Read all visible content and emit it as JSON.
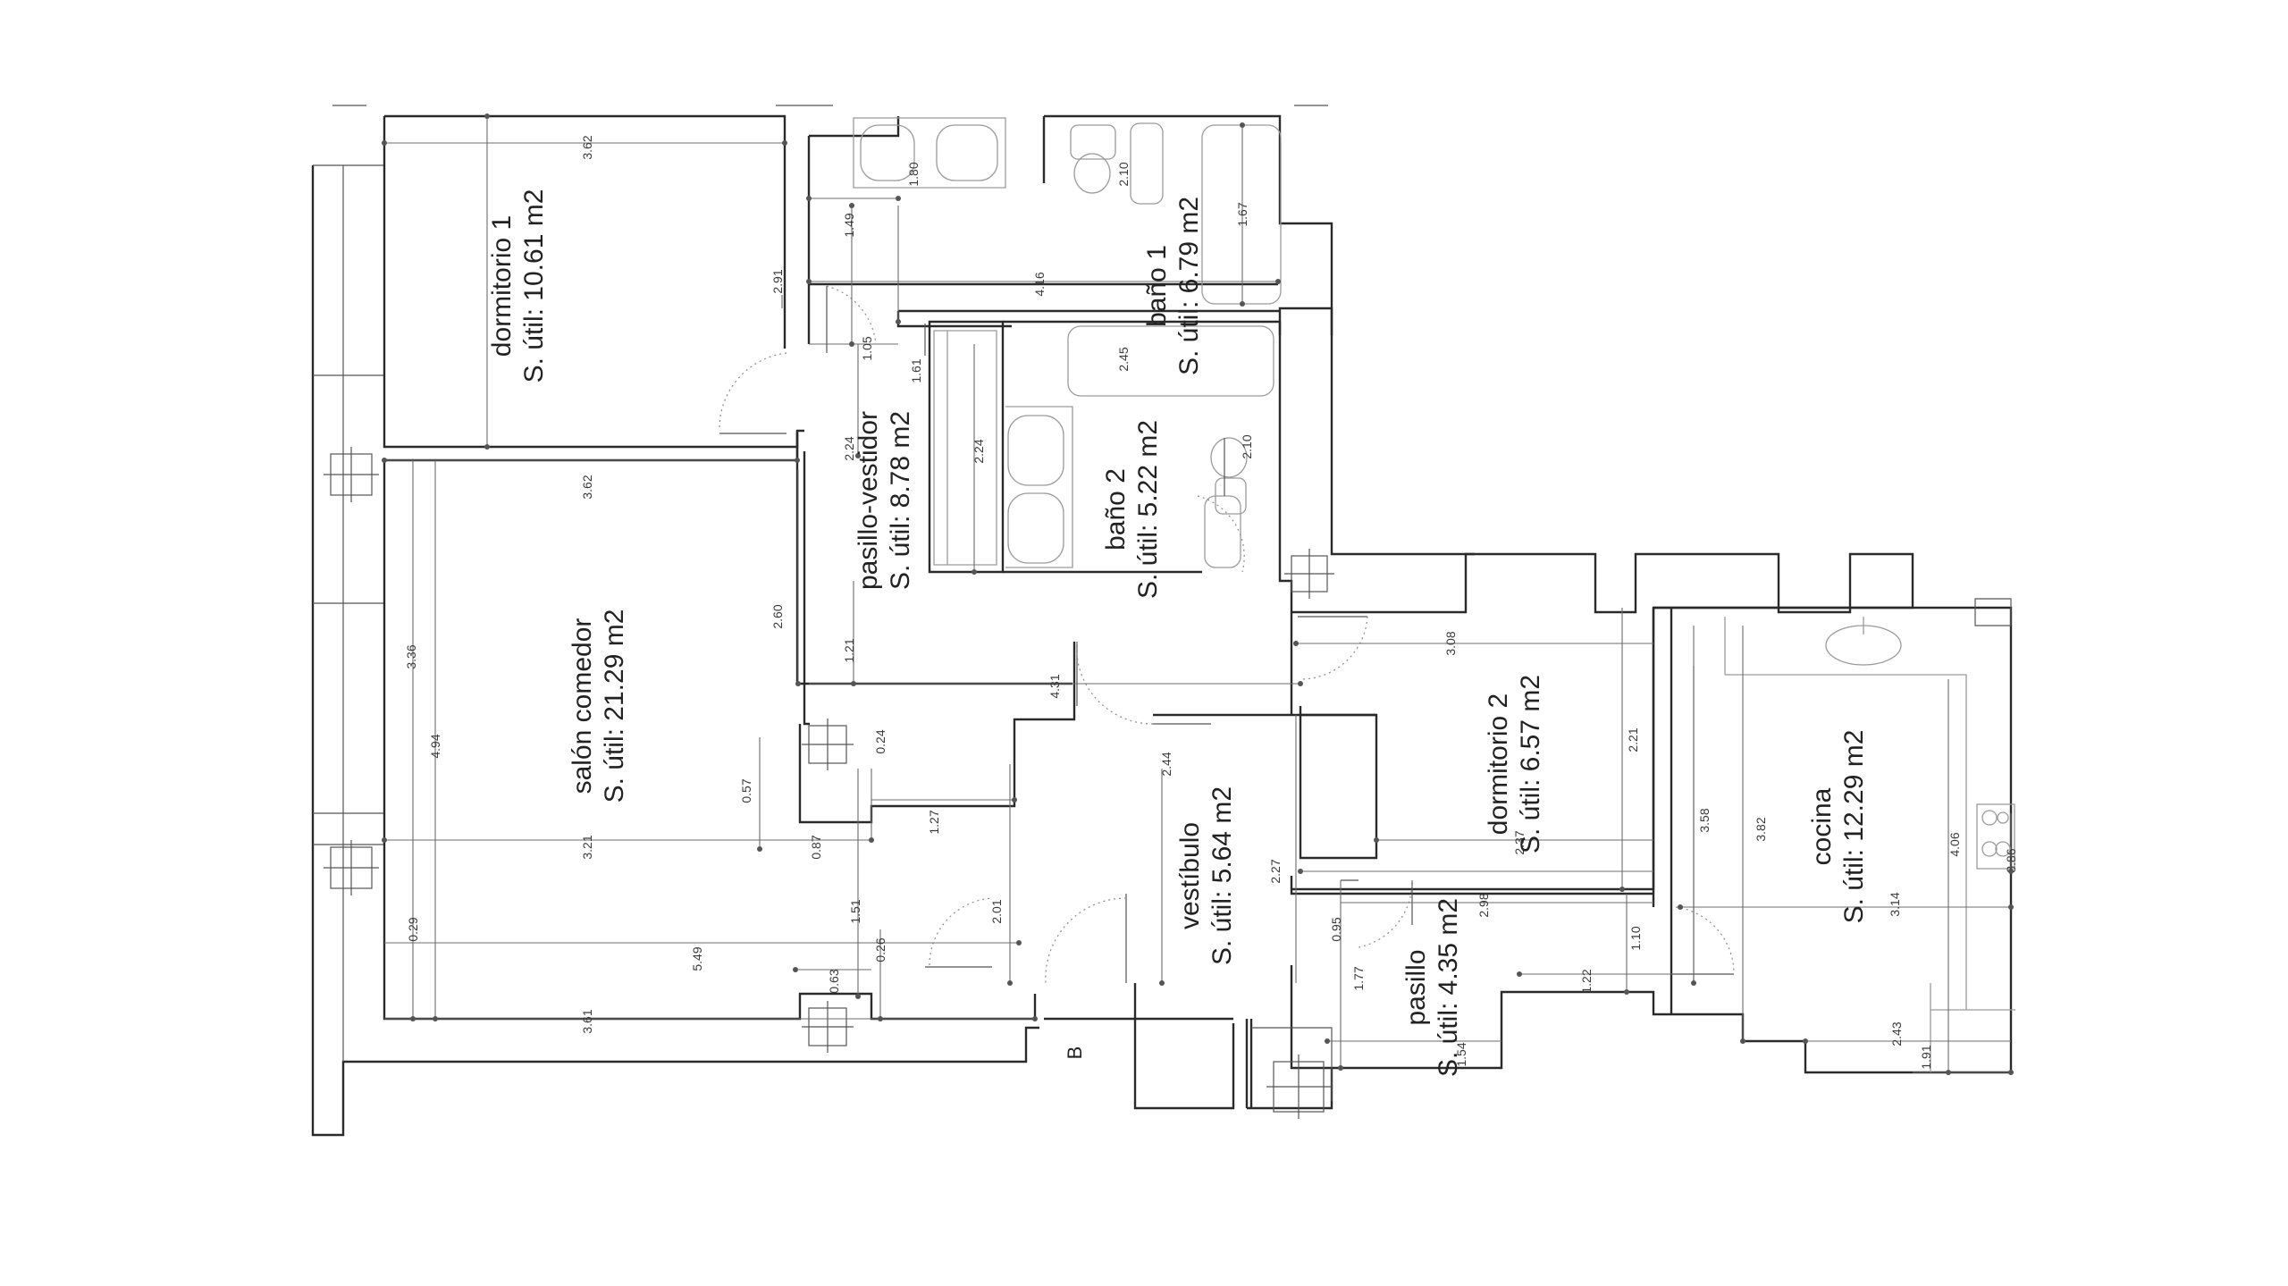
{
  "rooms": [
    {
      "key": "dormitorio1",
      "name": "dormitorio 1",
      "area": "S. útil: 10.61 m2"
    },
    {
      "key": "bano1",
      "name": "baño 1",
      "area": "S. útil: 6.79 m2"
    },
    {
      "key": "bano2",
      "name": "baño 2",
      "area": "S. útil: 5.22 m2"
    },
    {
      "key": "pasillo_vestidor",
      "name": "pasillo-vestidor",
      "area": "S. útil: 8.78 m2"
    },
    {
      "key": "salon",
      "name": "salón comedor",
      "area": "S. útil: 21.29 m2"
    },
    {
      "key": "vestibulo",
      "name": "vestíbulo",
      "area": "S. útil: 5.64 m2"
    },
    {
      "key": "dormitorio2",
      "name": "dormitorio 2",
      "area": "S. útil: 6.57 m2"
    },
    {
      "key": "pasillo",
      "name": "pasillo",
      "area": "S. útil: 4.35 m2"
    },
    {
      "key": "cocina",
      "name": "cocina",
      "area": "S. útil: 12.29 m2"
    }
  ],
  "dimensions": [
    "3.62",
    "2.91",
    "1.49",
    "1.80",
    "2.10",
    "1.67",
    "4.16",
    "1.05",
    "1.61",
    "2.45",
    "2.24",
    "2.24",
    "2.10",
    "3.62",
    "2.60",
    "1.21",
    "4.31",
    "3.36",
    "4.94",
    "0.57",
    "0.24",
    "1.27",
    "2.44",
    "3.21",
    "0.87",
    "1.51",
    "0.26",
    "2.01",
    "0.29",
    "5.49",
    "0.63",
    "3.61",
    "3.08",
    "2.21",
    "2.37",
    "2.27",
    "2.98",
    "0.95",
    "1.77",
    "1.10",
    "1.22",
    "1.54",
    "3.58",
    "3.82",
    "3.14",
    "4.06",
    "3.86",
    "2.43",
    "1.91"
  ],
  "label_b": "B"
}
